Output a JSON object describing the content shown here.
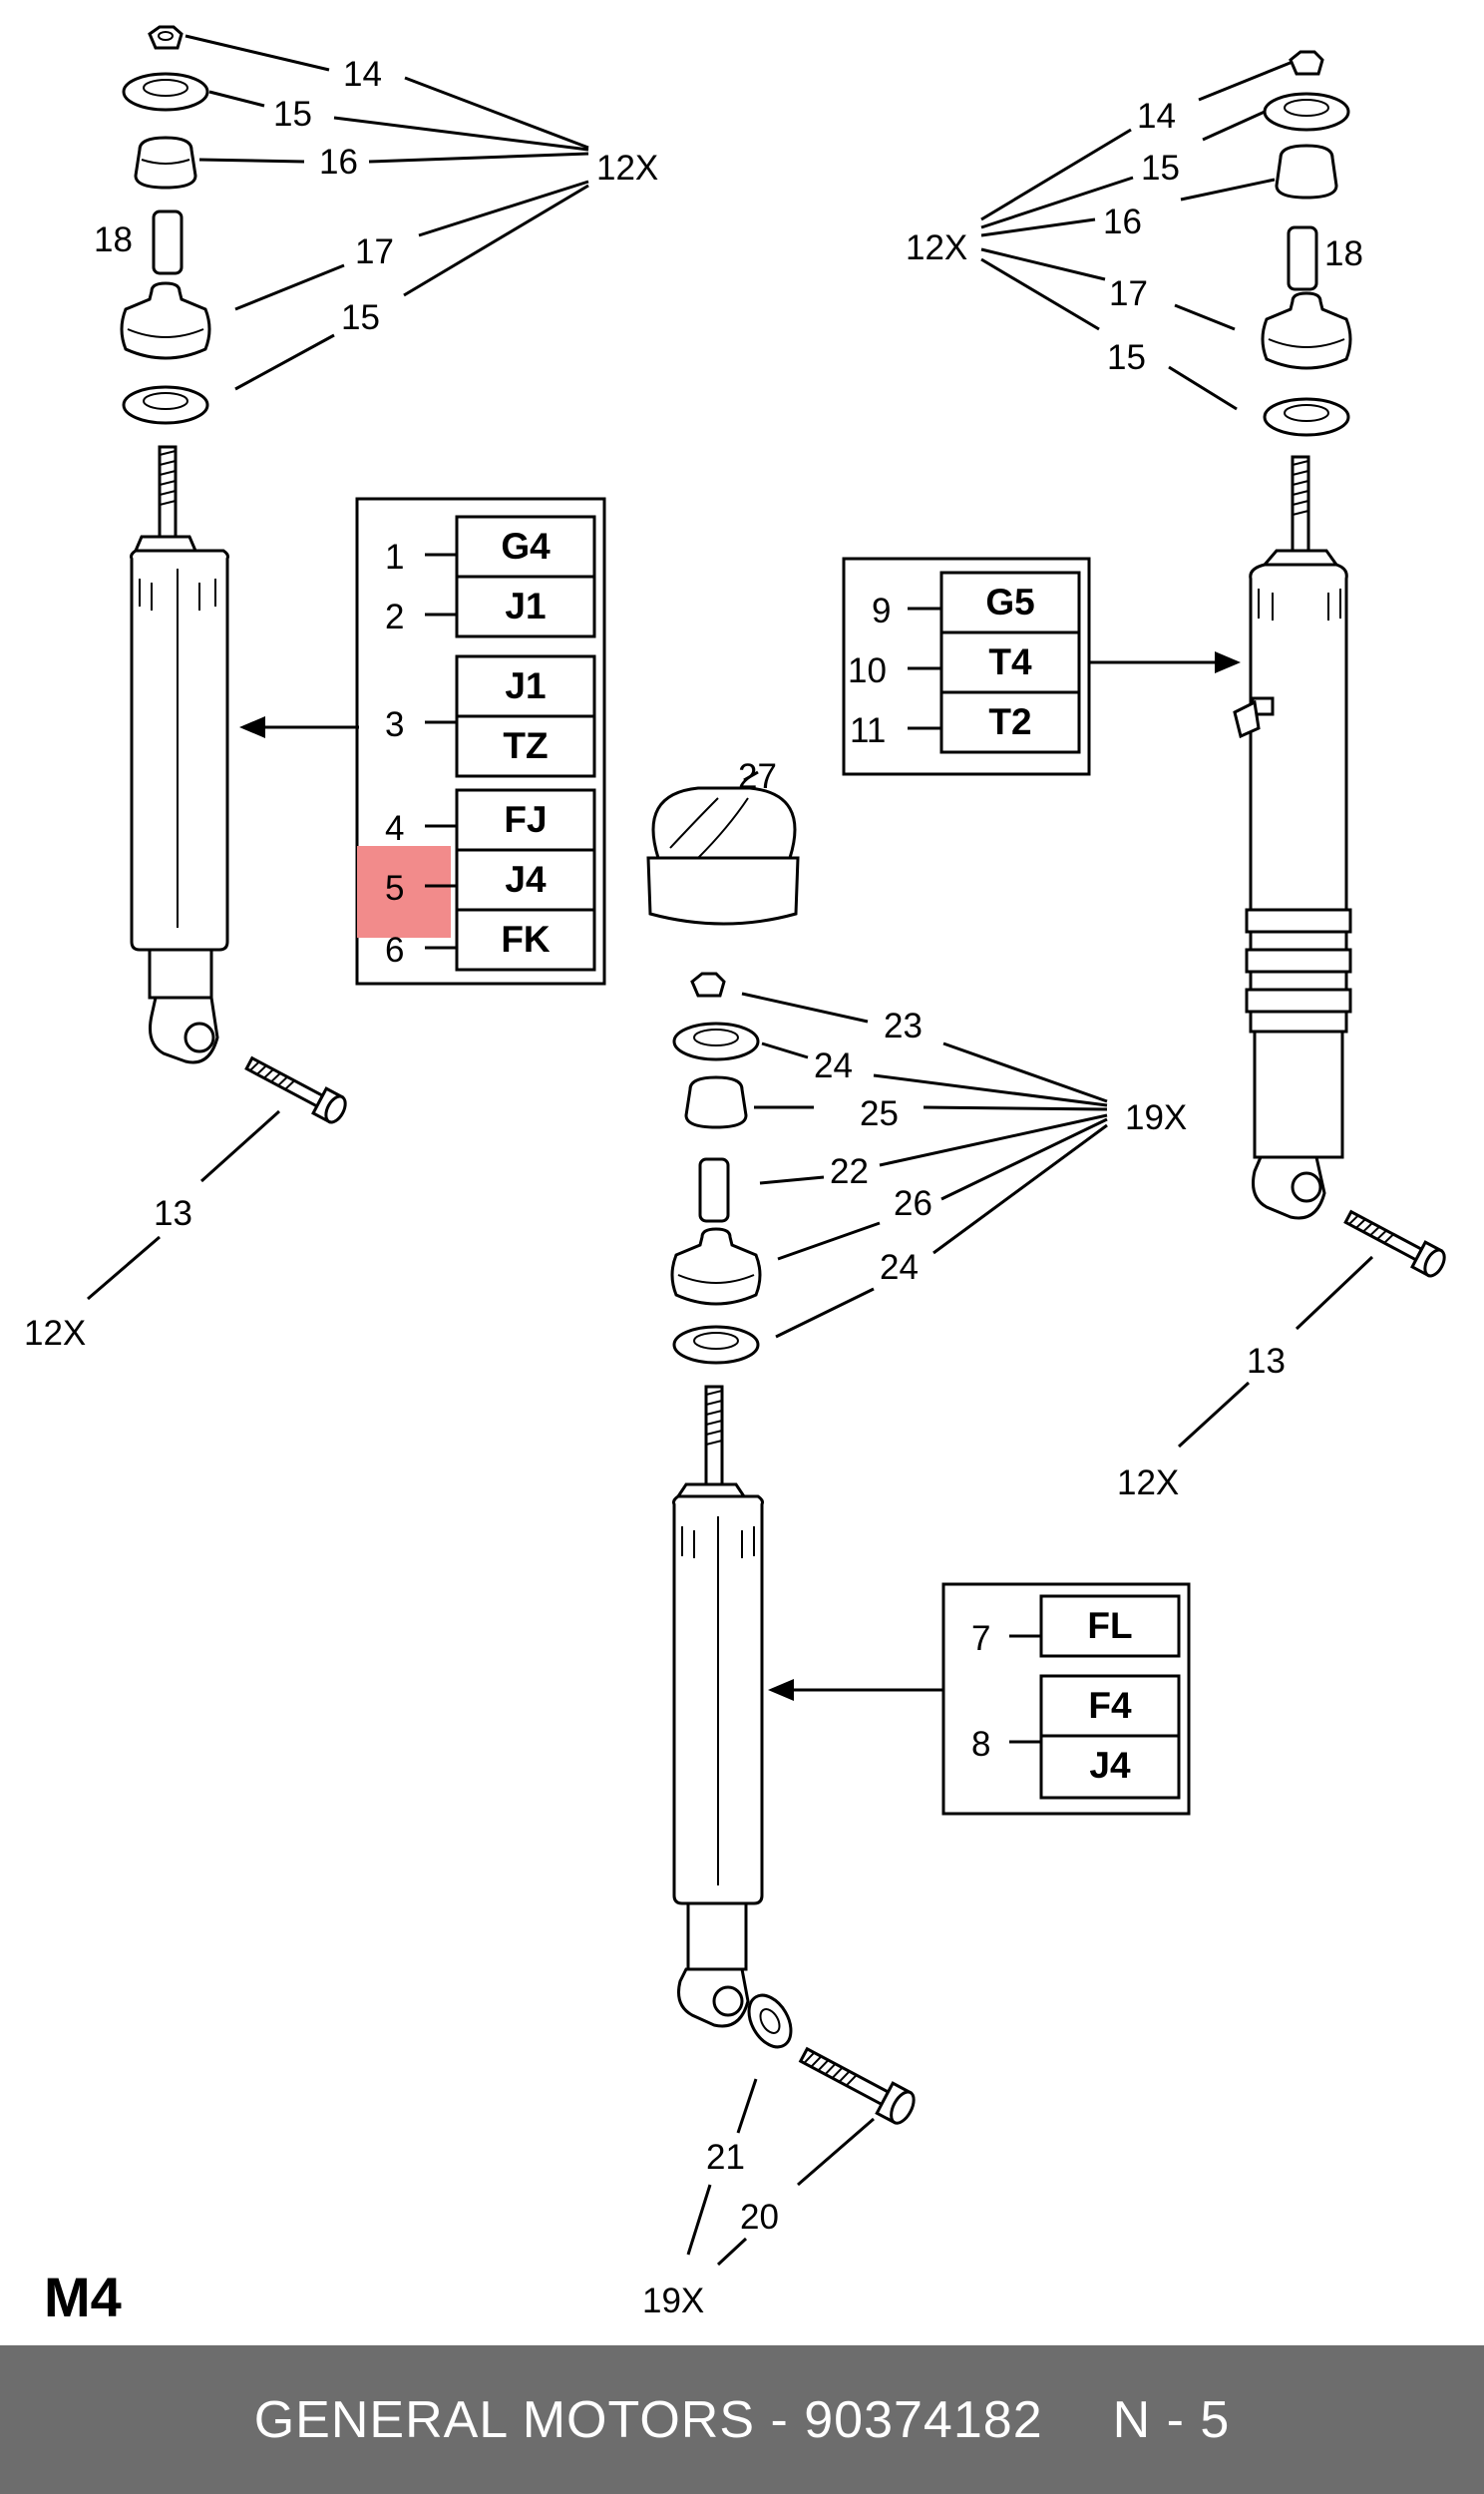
{
  "diagram": {
    "page_code": "M4",
    "callouts": {
      "c1": "1",
      "c2": "2",
      "c3": "3",
      "c4": "4",
      "c5": "5",
      "c6": "6",
      "c7": "7",
      "c8": "8",
      "c9": "9",
      "c10": "10",
      "c11": "11",
      "c13a": "13",
      "c13b": "13",
      "c14a": "14",
      "c14b": "14",
      "c15a": "15",
      "c15b": "15",
      "c15c": "15",
      "c15d": "15",
      "c16a": "16",
      "c16b": "16",
      "c17a": "17",
      "c17b": "17",
      "c18a": "18",
      "c18b": "18",
      "c20": "20",
      "c21": "21",
      "c22": "22",
      "c23": "23",
      "c24a": "24",
      "c24b": "24",
      "c25": "25",
      "c26": "26",
      "c27": "27",
      "qty12a": "12X",
      "qty12b": "12X",
      "qty12c": "12X",
      "qty12d": "12X",
      "qty19a": "19X",
      "qty19b": "19X"
    },
    "codes": {
      "r1": "G4",
      "r2": "J1",
      "r3a": "J1",
      "r3b": "TZ",
      "r4": "FJ",
      "r5": "J4",
      "r6": "FK",
      "r7": "FL",
      "r8a": "F4",
      "r8b": "J4",
      "r9": "G5",
      "r10": "T4",
      "r11": "T2"
    },
    "highlight": {
      "item": "5",
      "color": "#f28b8b"
    }
  },
  "footer": {
    "brand": "GENERAL MOTORS",
    "separator": "-",
    "part_number": "90374182",
    "page": "N - 5"
  }
}
